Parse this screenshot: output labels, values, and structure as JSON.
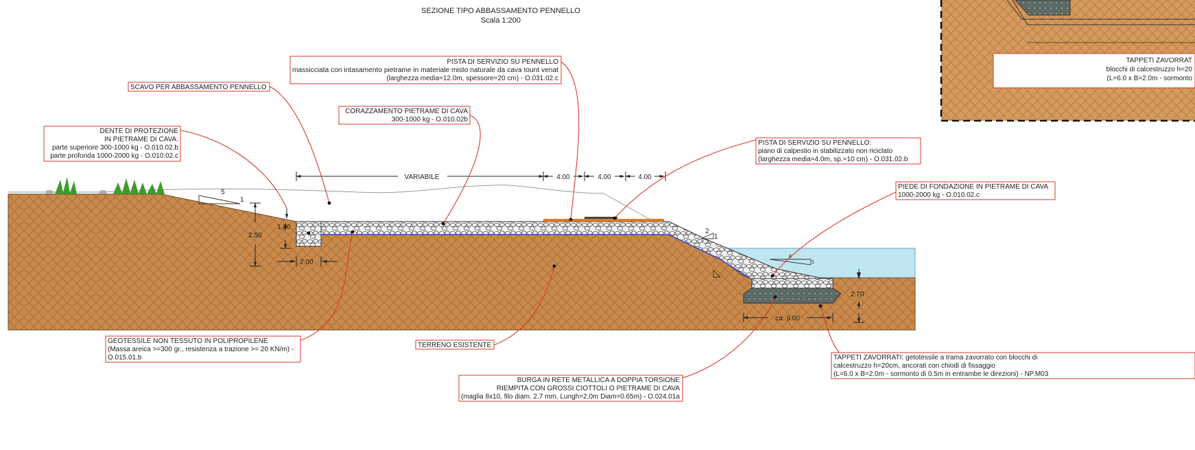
{
  "title": "SEZIONE TIPO  ABBASSAMENTO PENNELLO",
  "scale": "Scala 1:200",
  "colors": {
    "soil": "#c88a4b",
    "soil_hatch": "#a86a33",
    "water": "#bfe5f0",
    "leader": "#d93a2b",
    "rock": "#f4f4f4",
    "mattress": "#5f6b66",
    "service_track": "#e07a1f"
  },
  "labels": {
    "pista_servizio": {
      "title": "PISTA DI SERVIZIO SU PENNELLO",
      "line1": "massicciata con intasamento pietrame in materiale misto naturale da cava tount venat",
      "line2": "(larghezza media=12.0m, spessore=20 cm) - O.031.02.c"
    },
    "scavo": "SCAVO PER ABBASSAMENTO PENNELLO",
    "corazzamento": {
      "line1": "CORAZZAMENTO PIETRAME DI CAVA",
      "line2": "300-1000 kg -  O.010.02b"
    },
    "dente": {
      "line1": "DENTE DI PROTEZIONE",
      "line2": "IN PIETRAME DI CAVA:",
      "line3": "parte superiore 300-1000 kg - O.010.02.b",
      "line4": "parte profonda 1000-2000 kg - O.010.02.c"
    },
    "pista_calpestio": {
      "line1": "PISTA DI SERVIZIO SU PENNELLO:",
      "line2": "piano di calpestio in stabilizzato non riciclato",
      "line3": "(larghezza media=4.0m, sp.=10 cm) - O.031.02.b"
    },
    "piede": {
      "line1": "PIEDE DI FONDAZIONE IN PIETRAME DI CAVA",
      "line2": "1000-2000  kg - O.010.02.c"
    },
    "geotessile": {
      "line1": "GEOTESSILE NON TESSUTO IN POLIPROPILENE",
      "line2": "(Massa areica >=300 gr., resistenza a trazione >= 20 KN/m) -",
      "line3": "O.015.01.b"
    },
    "terreno": "TERRENO ESISTENTE",
    "burga": {
      "line1": "BURGA IN RETE METALLICA A DOPPIA TORSIONE",
      "line2": "RIEMPITA CON GROSSI CIOTTOLI O PIETRAME DI CAVA",
      "line3": "(maglia 8x10, filo diam. 2.7 mm, Lungh=2,0m Diam=0.65m) - O.024.01a"
    },
    "tappeti": {
      "line1": "TAPPETI ZAVORRATI: getotessile a trama zavorrato con blocchi di",
      "line2": "calcestruzzo h=20cm, ancorati con chiodi di fissaggio",
      "line3": "(L=6.0 x B=2.0m - sormonto di 0.5m in entrambe le direzioni) - NP.M03"
    },
    "inset": {
      "line1": "TAPPETI ZAVORRAT",
      "line2": "blocchi di calcestruzzo h=20",
      "line3": "(L=6.0 x B=2.0m - sormonto"
    }
  },
  "dimensions": {
    "variabile": "VARIABILE",
    "d1": "4.00",
    "d2": "4.00",
    "d3": "4.00",
    "h100": "1.00",
    "h250": "2.50",
    "w200": "2.00",
    "h270": "2.70",
    "w900": "ca. 9.00",
    "slope_5": "5",
    "slope_1": "1",
    "slope_2": "2",
    "slope_1b": "1",
    "slope_8": "8",
    "slope_1c": "1"
  }
}
